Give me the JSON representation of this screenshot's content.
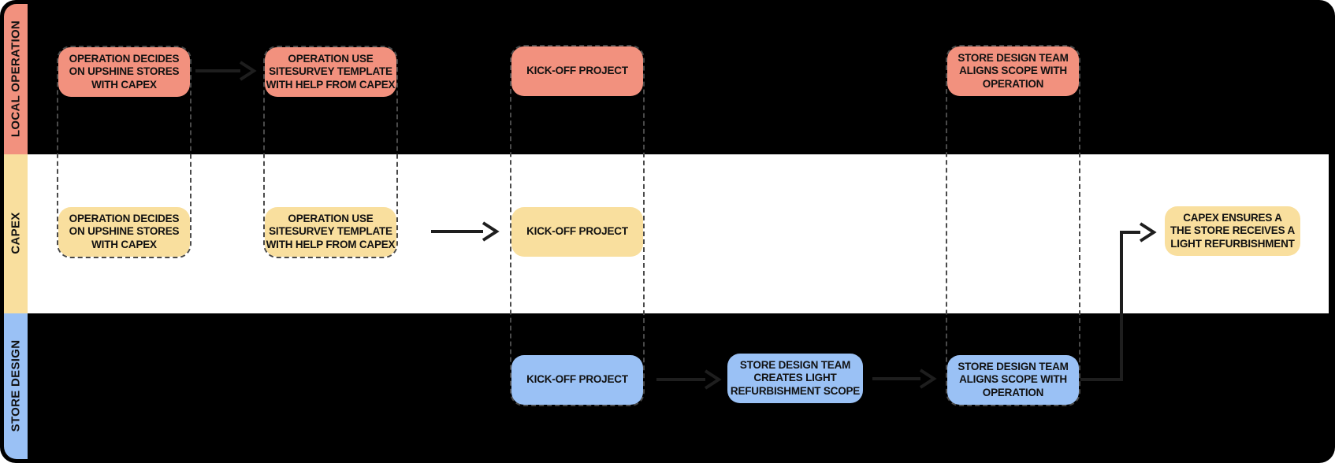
{
  "colors": {
    "salmon": "#F2917E",
    "yellow": "#F9DF9E",
    "blue": "#9AC1F5",
    "lane_background_dark": "#000000",
    "capex_lane_background": "#FFFFFF",
    "text": "#121212"
  },
  "diagram": {
    "type": "swimlane-flowchart",
    "lanes": [
      {
        "id": "local-operation",
        "label": "LOCAL OPERATION",
        "color": "#F2917E"
      },
      {
        "id": "capex",
        "label": "CAPEX",
        "color": "#F9DF9E"
      },
      {
        "id": "store-design",
        "label": "STORE DESIGN",
        "color": "#9AC1F5"
      }
    ],
    "nodes": {
      "local_decide": "OPERATION DECIDES\nON UPSHINE STORES\nWITH CAPEX",
      "local_sitesurvey": "OPERATION USE\nSITESURVEY TEMPLATE\nWITH HELP FROM CAPEX",
      "local_kickoff": "KICK-OFF PROJECT",
      "local_align": "STORE DESIGN TEAM\nALIGNS SCOPE WITH\nOPERATION",
      "capex_decide": "OPERATION DECIDES\nON UPSHINE STORES\nWITH CAPEX",
      "capex_sitesurvey": "OPERATION USE\nSITESURVEY TEMPLATE\nWITH HELP FROM CAPEX",
      "capex_kickoff": "KICK-OFF PROJECT",
      "capex_refurbishment": "CAPEX ENSURES A\nTHE STORE RECEIVES A\nLIGHT REFURBISHMENT",
      "store_kickoff": "KICK-OFF PROJECT",
      "store_scope": "STORE DESIGN TEAM\nCREATES LIGHT\nREFURBISHMENT SCOPE",
      "store_align": "STORE DESIGN TEAM\nALIGNS SCOPE WITH\nOPERATION"
    },
    "shared_activities": [
      {
        "activity": "decide",
        "lanes": [
          "local-operation",
          "capex"
        ]
      },
      {
        "activity": "sitesurvey",
        "lanes": [
          "local-operation",
          "capex"
        ]
      },
      {
        "activity": "kickoff",
        "lanes": [
          "local-operation",
          "capex",
          "store-design"
        ]
      },
      {
        "activity": "align",
        "lanes": [
          "local-operation",
          "store-design"
        ]
      }
    ],
    "connections": [
      {
        "from": "local_decide",
        "to": "local_sitesurvey",
        "style": "arrow"
      },
      {
        "from": "capex_sitesurvey",
        "to": "capex_kickoff",
        "style": "arrow"
      },
      {
        "from": "store_kickoff",
        "to": "store_scope",
        "style": "arrow"
      },
      {
        "from": "store_scope",
        "to": "store_align",
        "style": "arrow"
      },
      {
        "from": "store_align",
        "to": "capex_refurbishment",
        "style": "elbow-arrow"
      }
    ]
  }
}
